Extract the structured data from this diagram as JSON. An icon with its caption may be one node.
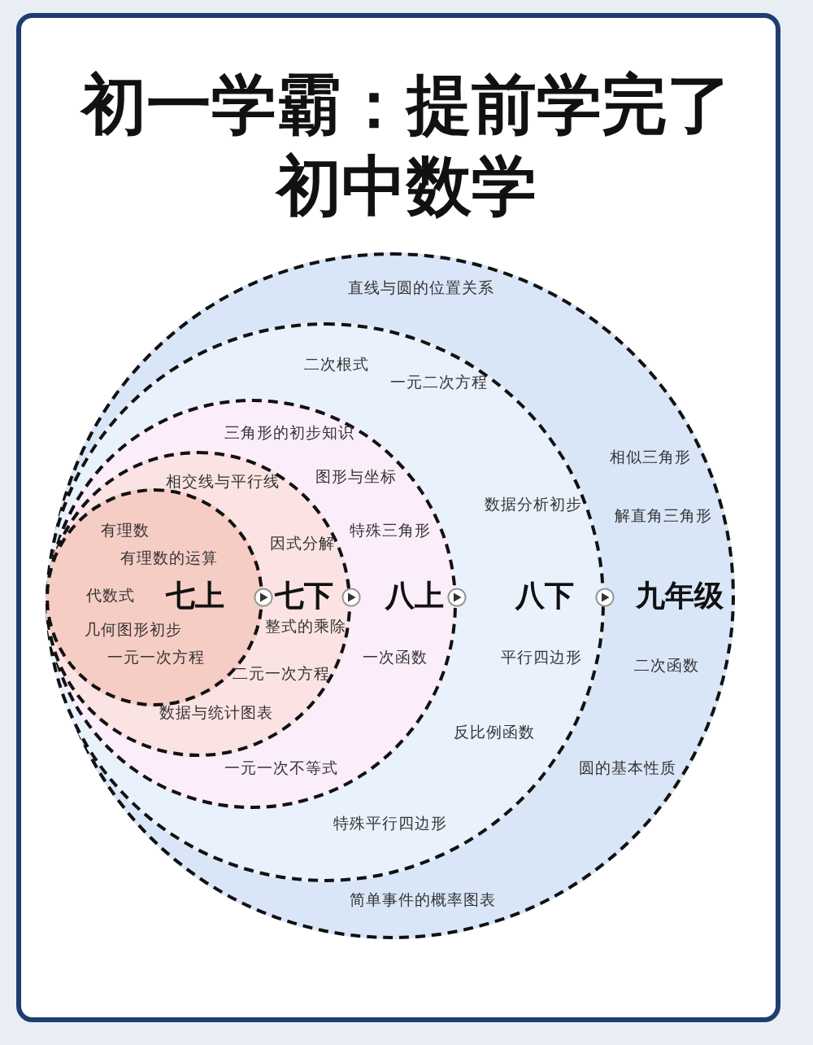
{
  "diagram": {
    "title": "初一学霸：提前学完了初中数学",
    "nodes": [
      {
        "text": [
          "九年级",
          "直线与圆的位置关系",
          "相似三角形",
          "解直角三角形",
          "二次函数",
          "圆的基本性质",
          "简单事件的概率图表"
        ]
      },
      {
        "text": [
          "八下",
          "二次根式",
          "一元二次方程",
          "数据分析初步",
          "平行四边形",
          "反比例函数",
          "特殊平行四边形"
        ],
        "in": 0
      },
      {
        "text": [
          "八上",
          "三角形的初步知识",
          "图形与坐标",
          "特殊三角形",
          "一次函数",
          "一元一次不等式"
        ],
        "in": 1
      },
      {
        "text": [
          "七下",
          "相交线与平行线",
          "因式分解",
          "整式的乘除",
          "二元一次方程",
          "数据与统计图表"
        ],
        "in": 2
      },
      {
        "text": [
          "七上",
          "有理数",
          "有理数的运算",
          "代数式",
          "几何图形初步",
          "一元一次方程"
        ],
        "in": 3
      }
    ]
  }
}
